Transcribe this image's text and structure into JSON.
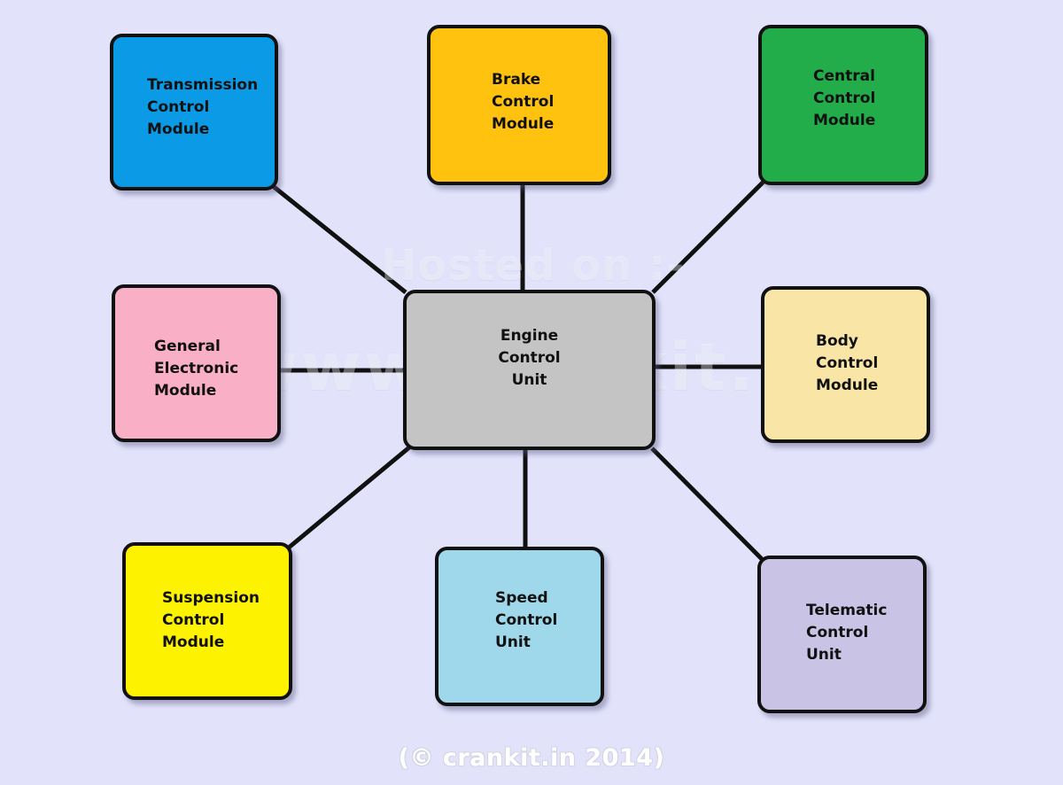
{
  "diagram": {
    "hub": {
      "lines": [
        "Engine",
        "Control",
        "Unit"
      ],
      "color": "#c4c4c4"
    },
    "modules": [
      {
        "id": "transmission",
        "lines": [
          "Transmission",
          "Control",
          "Module"
        ],
        "color": "#0b9be6"
      },
      {
        "id": "brake",
        "lines": [
          "Brake",
          "Control",
          "Module"
        ],
        "color": "#ffc20e"
      },
      {
        "id": "central",
        "lines": [
          "Central",
          "Control",
          "Module"
        ],
        "color": "#22ad4a"
      },
      {
        "id": "general-electronic",
        "lines": [
          "General",
          "Electronic",
          "Module"
        ],
        "color": "#f9afc6"
      },
      {
        "id": "body",
        "lines": [
          "Body",
          "Control",
          "Module"
        ],
        "color": "#f9e6a6"
      },
      {
        "id": "suspension",
        "lines": [
          "Suspension",
          "Control",
          "Module"
        ],
        "color": "#fdf200"
      },
      {
        "id": "speed",
        "lines": [
          "Speed",
          "Control",
          "Unit"
        ],
        "color": "#9ed8ea"
      },
      {
        "id": "telematic",
        "lines": [
          "Telematic",
          "Control",
          "Unit"
        ],
        "color": "#c9c3e6"
      }
    ]
  },
  "watermark": {
    "hosted": "Hosted on :-",
    "url": "www.crankit.in"
  },
  "footer": {
    "copyright": "(© crankit.in 2014)"
  },
  "colors": {
    "background": "#e2e3fb",
    "line": "#111111"
  }
}
